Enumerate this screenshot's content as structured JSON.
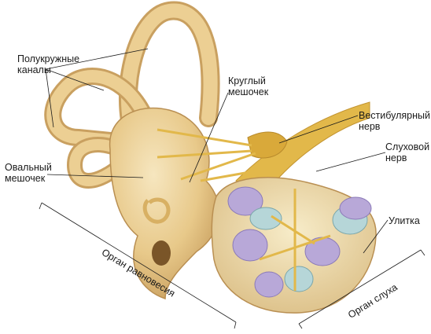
{
  "labels": {
    "semicircular_canals": {
      "line1": "Полукружные",
      "line2": "каналы"
    },
    "round_sac": {
      "line1": "Круглый",
      "line2": "мешочек"
    },
    "vestibular_nerve": {
      "line1": "Вестибулярный",
      "line2": "нерв"
    },
    "auditory_nerve": {
      "line1": "Слуховой",
      "line2": "нерв"
    },
    "oval_sac": {
      "line1": "Овальный",
      "line2": "мешочек"
    },
    "cochlea": "Улитка",
    "balance_organ": "Орган равновесия",
    "hearing_organ": "Орган слуха"
  },
  "colors": {
    "bone": "#e8c98a",
    "bone_dark": "#c9a060",
    "bone_light": "#f6e6bf",
    "nerve": "#e2b84a",
    "cochlea_fill": "#f0e2b5",
    "purple": "#b8a8d8",
    "teal": "#b6d6d8",
    "leader": "#1a1a1a"
  }
}
